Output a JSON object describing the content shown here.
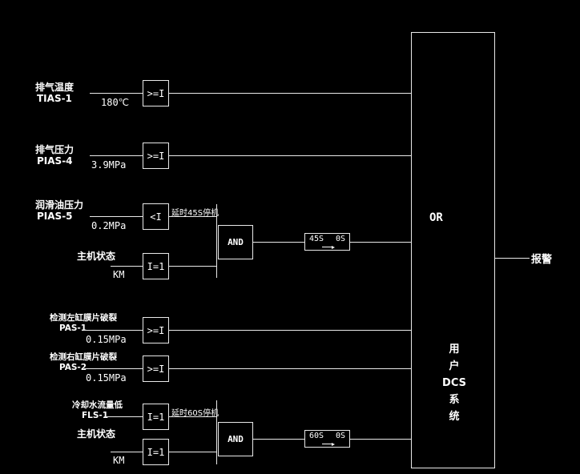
{
  "colors": {
    "background": "#000000",
    "line": "#ffffff",
    "text": "#ffffff"
  },
  "inputs": {
    "exhaust_temp": {
      "name": "排气温度",
      "tag": "TIAS-1",
      "value": "180℃",
      "gate": ">=I"
    },
    "exhaust_press": {
      "name": "排气压力",
      "tag": "PIAS-4",
      "value": "3.9MPa",
      "gate": ">=I"
    },
    "lube_oil_press": {
      "name": "润滑油压力",
      "tag": "PIAS-5",
      "value": "0.2MPa",
      "gate": "<I",
      "delay_note": "延时45S停机"
    },
    "engine_state_1": {
      "name": "主机状态",
      "value": "KM",
      "gate": "I=1"
    },
    "left_diaphragm": {
      "name": "检测左缸膜片破裂",
      "tag": "PAS-1",
      "value": "0.15MPa",
      "gate": ">=I"
    },
    "right_diaphragm": {
      "name": "检测右缸膜片破裂",
      "tag": "PAS-2",
      "value": "0.15MPa",
      "gate": ">=I"
    },
    "cooling_water": {
      "name": "冷却水流量低",
      "tag": "FLS-1",
      "gate": "I=1",
      "delay_note": "延时60S停机"
    },
    "engine_state_2": {
      "name": "主机状态",
      "value": "KM",
      "gate": "I=1"
    }
  },
  "gates": {
    "and1": {
      "label": "AND",
      "timer": {
        "left": "45S",
        "right": "0S"
      }
    },
    "and2": {
      "label": "AND",
      "timer": {
        "left": "60S",
        "right": "0S"
      }
    }
  },
  "or_box": {
    "label": "OR",
    "dcs_label_lines": [
      "用",
      "户",
      "DCS",
      "系",
      "统"
    ]
  },
  "output": {
    "label": "报警"
  }
}
